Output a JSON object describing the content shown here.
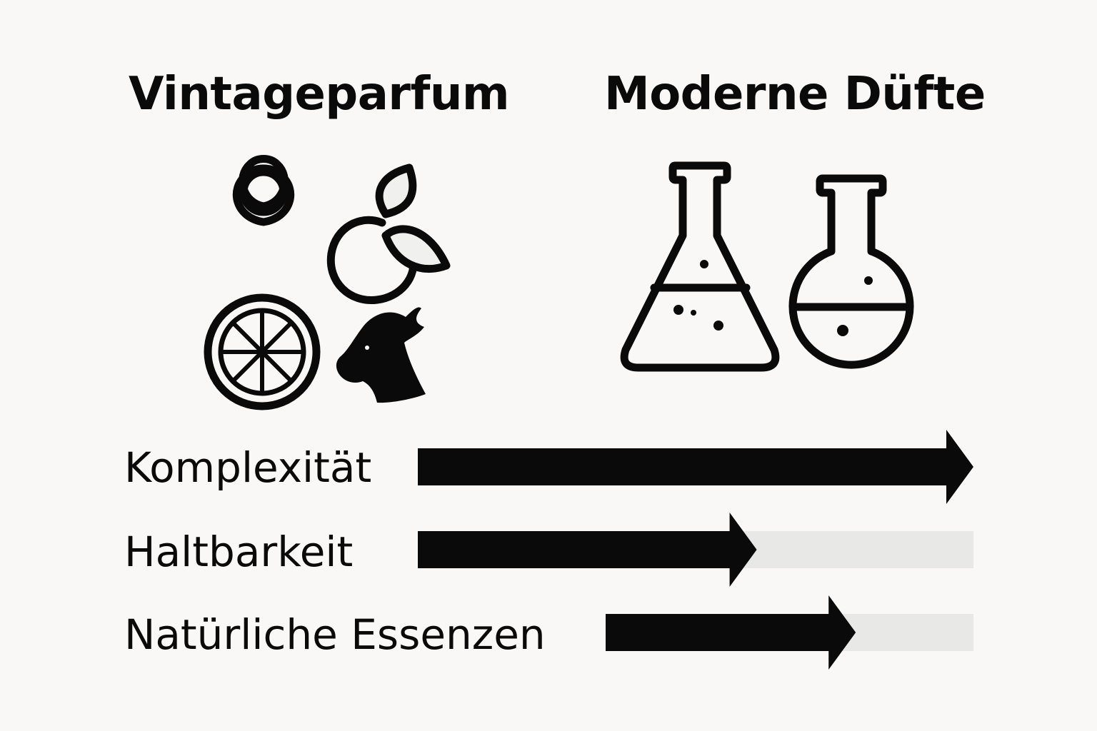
{
  "headings": {
    "vintage": "Vintageparfum",
    "modern": "Moderne Düfte"
  },
  "icons": {
    "vintage": [
      "flower-icon",
      "fruit-icon",
      "citrus-slice-icon",
      "animal-head-icon"
    ],
    "modern": [
      "erlenmeyer-flask-icon",
      "round-flask-icon"
    ]
  },
  "comparison": [
    {
      "label": "Komplexität",
      "fill": 1.0
    },
    {
      "label": "Haltbarkeit",
      "fill": 0.61
    },
    {
      "label": "Natürliche Essenzen",
      "fill": 0.68
    }
  ],
  "colors": {
    "background": "#f9f8f6",
    "arrow": "#0a0a0a",
    "track": "#e8e8e6"
  }
}
